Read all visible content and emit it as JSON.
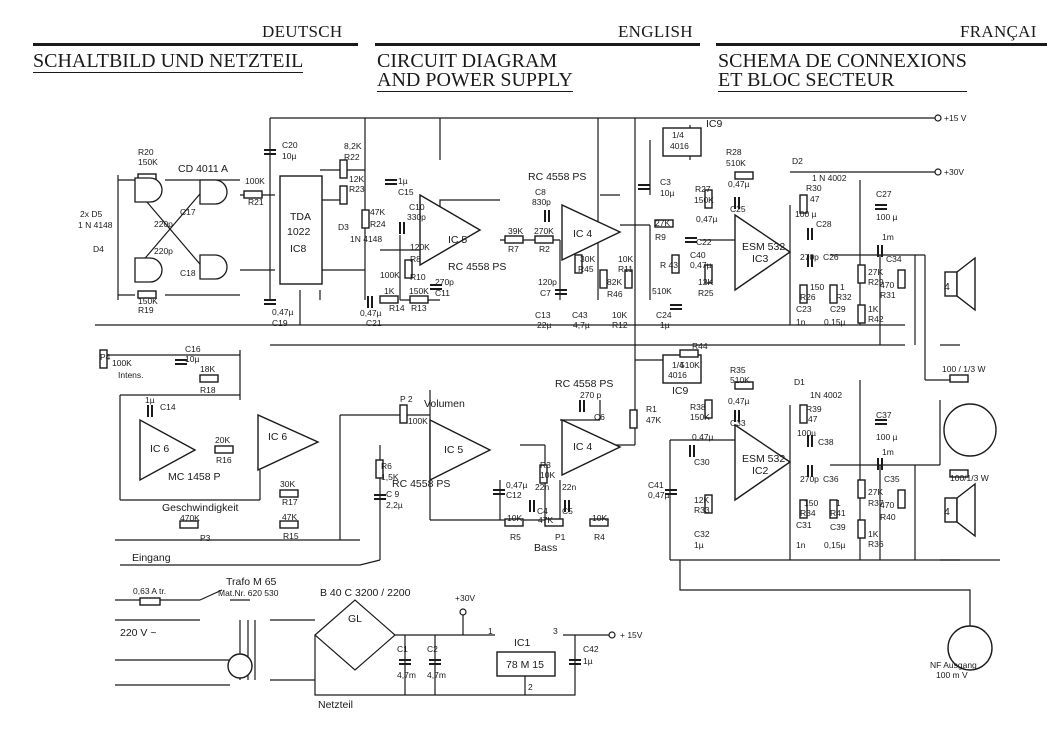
{
  "header": {
    "columns": [
      {
        "lang": "DEUTSCH",
        "title_lines": [
          "SCHALTBILD UND NETZTEIL"
        ]
      },
      {
        "lang": "ENGLISH",
        "title_lines": [
          "CIRCUIT DIAGRAM",
          "AND POWER SUPPLY"
        ]
      },
      {
        "lang": "FRANÇAI",
        "title_lines": [
          "SCHEMA DE CONNEXIONS",
          "ET BLOC SECTEUR"
        ]
      }
    ]
  },
  "labels": {
    "cd4011": "CD 4011 A",
    "r20": "R20",
    "r20v": "150K",
    "c17": "C17",
    "c17v": "220p",
    "c18v": "220p",
    "c18": "C18",
    "r19": "R19",
    "r19v": "150K",
    "d5": "2x D5",
    "d4": "D4",
    "d45v": "1 N 4148",
    "c20": "C20",
    "c20v": "10µ",
    "r21v": "100K",
    "r21": "R21",
    "tda": "TDA",
    "tda2": "1022",
    "ic8": "IC8",
    "r22v": "8,2K",
    "r22": "R22",
    "r23v": "12K",
    "r23": "R23",
    "d3": "D3",
    "d3v": "1N 4148",
    "r24v": "47K",
    "r24": "R24",
    "c19v": "0,47µ",
    "c19": "C19",
    "c15": "C15",
    "c15v": "1µ",
    "c10": "C10",
    "c10v": "330p",
    "r8v": "120K",
    "r8": "R8",
    "r10v": "100K",
    "r10": "R10",
    "r14v": "1K",
    "r14": "R14",
    "c21v": "0,47µ",
    "c21": "C21",
    "r13v": "150K",
    "r13": "R13",
    "c11v": "270p",
    "c11": "C11",
    "ic5": "IC 5",
    "rc4558a": "RC 4558 PS",
    "r7v": "39K",
    "r7": "R7",
    "r2v": "270K",
    "r2": "R2",
    "c8": "C8",
    "c8v": "830p",
    "rc4558b": "RC 4558 PS",
    "ic4": "IC 4",
    "r45v": "30K",
    "r45": "R45",
    "c7v": "120p",
    "c7": "C7",
    "c13": "C13",
    "c13v": "22µ",
    "c43": "C43",
    "c43v": "4,7µ",
    "r46v": "82K",
    "r46": "R46",
    "r11v": "10K",
    "r11": "R11",
    "r12v": "10K",
    "r12": "R12",
    "ic9a": "1/4",
    "ic9a2": "4016",
    "ic9": "IC9",
    "c3": "C3",
    "c3v": "10µ",
    "r9v": "27K",
    "r9": "R9",
    "r43": "R 43",
    "r43v": "510K",
    "c40": "C40",
    "c40v": "0,47µ",
    "c24": "C24",
    "c24v": "1µ",
    "plus15": "+15 V",
    "plus30": "+30V",
    "r28": "R28",
    "r28v": "510K",
    "c25v": "0,47µ",
    "c25": "C25",
    "r27v": "R27",
    "r27": "150K",
    "c22v": "0,47µ",
    "c22": "C22",
    "r25v": "12K",
    "r25": "R25",
    "esm3": "ESM 532",
    "ic3": "IC3",
    "d2": "D2",
    "d2v": "1 N 4002",
    "r30": "R30",
    "r30v": "47",
    "c28v": "100 µ",
    "c28": "C28",
    "c26v": "270p",
    "c26": "C26",
    "r26v": "150",
    "r26": "R26",
    "c23": "C23",
    "c23v": "1n",
    "r32v": "1",
    "r32": "R32",
    "c29": "C29",
    "c29v": "0,15µ",
    "r29v": "27K",
    "r29": "R29",
    "r42v": "1K",
    "r42": "R42",
    "c27": "C27",
    "c27v": "100 µ",
    "c34v": "1m",
    "c34": "C34",
    "r31v": "470",
    "r31": "R31",
    "spk1": "4",
    "p4": "P4",
    "p4v": "100K",
    "intens": "Intens.",
    "c16": "C16",
    "c16v": "10µ",
    "r18v": "18K",
    "r18": "R18",
    "c14v": "1µ",
    "c14": "C14",
    "ic6": "IC 6",
    "mc1458": "MC 1458 P",
    "r16v": "20K",
    "r16": "R16",
    "r17v": "30K",
    "r17": "R17",
    "ic6b": "IC 6",
    "geschw": "Geschwindigkeit",
    "p3v": "470K",
    "p3": "P3",
    "r15v": "47K",
    "r15": "R15",
    "eingang": "Eingang",
    "p2": "P 2",
    "volumen": "Volumen",
    "p2v": "100K",
    "ic5b": "IC 5",
    "rc4558c": "RC 4558 PS",
    "r6": "R6",
    "r6v": "1,5K",
    "c9": "C 9",
    "c9v": "2,2µ",
    "c12v": "0,47µ",
    "c12": "C12",
    "rc4558d": "RC 4558 PS",
    "c6v": "270 p",
    "c6": "C6",
    "ic4b": "IC 4",
    "r1": "R1",
    "r1v": "47K",
    "r3": "R3",
    "r3v": "10K",
    "c4v": "22n",
    "c4": "C4",
    "c5v": "22n",
    "c5": "C5",
    "r5v": "10K",
    "r5": "R5",
    "p1v": "47K",
    "p1": "P1",
    "bass": "Bass",
    "r4v": "10K",
    "r4": "R4",
    "r44": "R44",
    "r44v": "510K",
    "ic9b": "1/4",
    "ic9b2": "4016",
    "ic9c": "IC9",
    "r35": "R35",
    "r35v": "510K",
    "c33v": "0,47µ",
    "c33": "C33",
    "r38": "R38",
    "r38v": "150K",
    "c30v": "0,47µ",
    "c30": "C30",
    "r33v": "12K",
    "r33": "R33",
    "c32": "C32",
    "c32v": "1µ",
    "c41": "C41",
    "c41v": "0,47µ",
    "esm2": "ESM 532",
    "ic2": "IC2",
    "d1": "D1",
    "d1v": "1N 4002",
    "r39": "R39",
    "r39v": "47",
    "c38v": "100µ",
    "c38": "C38",
    "c36v": "270p",
    "c36": "C36",
    "r34v": "150",
    "r34": "R34",
    "c31": "C31",
    "c31v": "1n",
    "r41v": "1",
    "r41": "R41",
    "c39": "C39",
    "c39v": "0,15µ",
    "r37v": "27K",
    "r37": "R37",
    "r36v": "1K",
    "r36": "R36",
    "c37": "C37",
    "c37v": "100 µ",
    "c35v": "1m",
    "c35": "C35",
    "r40v": "470",
    "r40": "R40",
    "spk2": "4",
    "res100a": "100 / 1/3 W",
    "res100b": "100/1/3 W",
    "nfout": "NF Ausgang",
    "nfout2": "100 m V",
    "fuse": "0,63 A tr.",
    "trafo": "Trafo M 65",
    "matnr": "Mat.Nr. 620 530",
    "bridge": "B 40  C 3200 / 2200",
    "gl": "GL",
    "mains": "220 V ~",
    "c1": "C1",
    "c1v": "4,7m",
    "c2": "C2",
    "c2v": "4,7m",
    "netzteil": "Netzteil",
    "ps30": "+30V",
    "ic1": "IC1",
    "reg": "78 M 15",
    "pin1": "1",
    "pin2": "2",
    "pin3": "3",
    "c42": "C42",
    "c42v": "1µ",
    "ps15": "+ 15V"
  }
}
